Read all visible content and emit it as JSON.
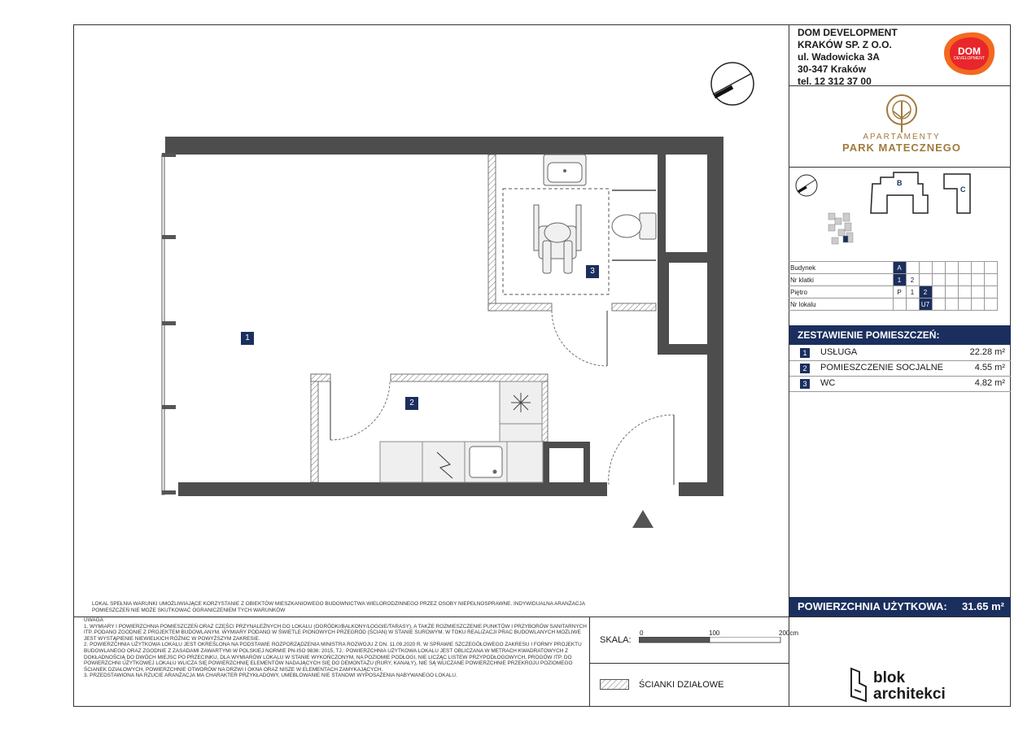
{
  "company": {
    "name1": "DOM DEVELOPMENT",
    "name2": "KRAKÓW SP. Z O.O.",
    "street": "ul. Wadowicka 3A",
    "city": "30-347 Kraków",
    "phone": "tel. 12 312 37 00",
    "logo_text": "DOM",
    "logo_sub": "DEVELOPMENT"
  },
  "project": {
    "line1": "APARTAMENTY",
    "line2": "PARK MATECZNEGO"
  },
  "key_plan": {
    "building_b": "B",
    "building_c": "C"
  },
  "location_table": {
    "rows": [
      {
        "label": "Budynek",
        "values": [
          "A"
        ]
      },
      {
        "label": "Nr klatki",
        "values": [
          "1",
          "2"
        ]
      },
      {
        "label": "Piętro",
        "values": [
          "P",
          "1",
          "2"
        ]
      },
      {
        "label": "Nr lokalu",
        "values": [
          "",
          "",
          "U7"
        ]
      }
    ]
  },
  "rooms_section": {
    "title": "ZESTAWIENIE POMIESZCZEŃ:",
    "rooms": [
      {
        "num": "1",
        "name": "USŁUGA",
        "area": "22.28 m²"
      },
      {
        "num": "2",
        "name": "POMIESZCZENIE SOCJALNE",
        "area": "4.55 m²"
      },
      {
        "num": "3",
        "name": "WC",
        "area": "4.82 m²"
      }
    ]
  },
  "total": {
    "label": "POWIERZCHNIA UŻYTKOWA:",
    "value": "31.65 m²"
  },
  "plan_tags": [
    "1",
    "2",
    "3"
  ],
  "accessibility_note": "LOKAL SPEŁNIA WARUNKI UMOŻLIWIAJĄCE KORZYSTANIE Z OBIEKTÓW MIESZKANIOWEGO BUDOWNICTWA WIELORODZINNEGO PRZEZ OSOBY NIEPEŁNOSPRAWNE. INDYWIDUALNA ARANŻACJA POMIESZCZEŃ NIE MOŻE SKUTKOWAĆ OGRANICZENIEM TYCH WARUNKÓW",
  "notes": {
    "title": "UWAGA",
    "items": [
      "1. WYMIARY I POWIERZCHNIA POMIESZCZEŃ ORAZ CZĘŚCI PRZYNALEŻNYCH DO LOKALU (OGRÓDKI/BALKONY/LOGGIE/TARASY), A TAKŻE ROZMIESZCZENIE PUNKTÓW I PRZYBORÓW SANITARNYCH ITP. PODANO ZGODNIE Z PROJEKTEM BUDOWLANYM. WYMIARY PODANO W ŚWIETLE PIONOWYCH PRZEGRÓD (ŚCIAN) W STANIE SUROWYM. W TOKU REALIZACJI PRAC BUDOWLANYCH MOŻLIWE JEST WYSTĄPIENIE NIEWIELKICH RÓŻNIC W POWYŻSZYM ZAKRESIE.",
      "2. POWIERZCHNIA UŻYTKOWA LOKALU JEST OKREŚLONA NA PODSTAWIE ROZPORZĄDZENIA MINISTRA ROZWOJU Z DN. 11.09.2020 R. W SPRAWIE SZCZEGÓŁOWEGO ZAKRESU I FORMY PROJEKTU BUDOWLANEGO ORAZ ZGODNIE Z ZASADAMI ZAWARTYMI W POLSKIEJ NORMIE PN-ISO 9836: 2015, TJ.: POWIERZCHNIA UŻYTKOWA LOKALU JEST OBLICZANA W METRACH KWADRATOWYCH Z DOKŁADNOŚCIĄ DO DWÓCH MIEJSC PO PRZECINKU, DLA WYMIARÓW LOKALU W STANIE WYKOŃCZONYM, NA POZIOMIE PODŁOGI, NIE LICZĄC LISTEW PRZYPODŁOGOWYCH, PROGÓW ITP. DO POWIERZCHNI UŻYTKOWEJ LOKALU WLICZA SIĘ POWIERZCHNIĘ ELEMENTÓW NADAJĄCYCH SIĘ DO DEMONTAŻU (RURY, KANAŁY), NIE SĄ WLICZANE POWIERZCHNIE PRZEKROJU POZIOMEGO ŚCIANEK DZIAŁOWYCH, POWIERZCHNIE OTWORÓW NA DRZWI I OKNA ORAZ NISZE W ELEMENTACH ZAMYKAJĄCYCH.",
      "3. PRZEDSTAWIONA NA RZUCIE ARANŻACJA MA CHARAKTER PRZYKŁADOWY, UMEBLOWANIE NIE STANOWI WYPOSAŻENIA NABYWANEGO LOKALU."
    ]
  },
  "scale": {
    "label": "SKALA:",
    "ticks": [
      "0",
      "100",
      "200cm"
    ]
  },
  "legend": {
    "label": "ŚCIANKI DZIAŁOWE"
  },
  "architect": {
    "line1": "blok",
    "line2": "architekci"
  },
  "colors": {
    "navy": "#1b2f5e",
    "wall": "#4d4d4d",
    "gold": "#a07a3e",
    "dom_orange": "#f26a21"
  }
}
